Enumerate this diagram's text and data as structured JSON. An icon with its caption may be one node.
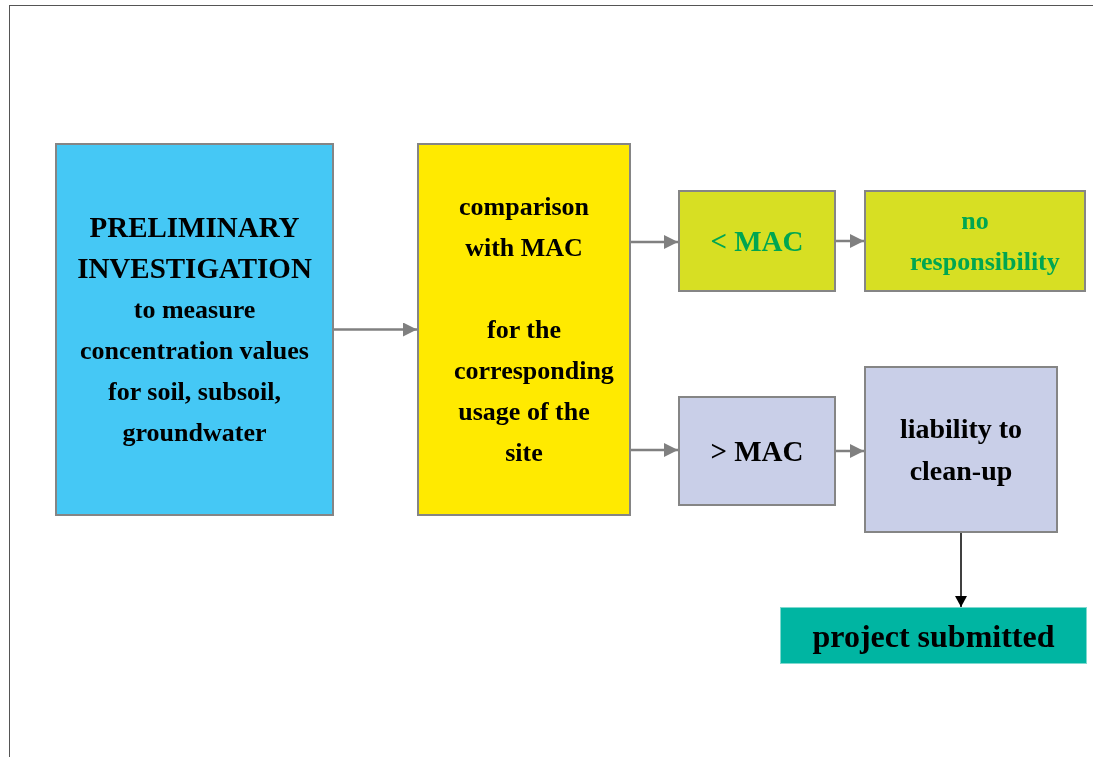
{
  "diagram": {
    "nodes": [
      {
        "text": [
          "PRELIMINARY INVESTIGATION",
          "to measure concentration values for soil, subsoil, groundwater"
        ]
      },
      {
        "text": [
          "comparison with MAC",
          "for the corresponding usage of the site"
        ]
      },
      {
        "text": [
          "< MAC"
        ]
      },
      {
        "text": [
          "no responsibility"
        ]
      },
      {
        "text": [
          "> MAC"
        ]
      },
      {
        "text": [
          "liability to clean-up"
        ]
      },
      {
        "text": [
          "project submitted"
        ]
      }
    ],
    "edges": [
      {
        "from": 0,
        "to": 1,
        "arrow": "to"
      },
      {
        "from": 1,
        "to": 2,
        "arrow": "to"
      },
      {
        "from": 1,
        "to": 4,
        "arrow": "to"
      },
      {
        "from": 2,
        "to": 3,
        "arrow": "to"
      },
      {
        "from": 4,
        "to": 5,
        "arrow": "to"
      },
      {
        "from": 5,
        "to": 6,
        "arrow": "to",
        "color": "#000000"
      }
    ]
  }
}
